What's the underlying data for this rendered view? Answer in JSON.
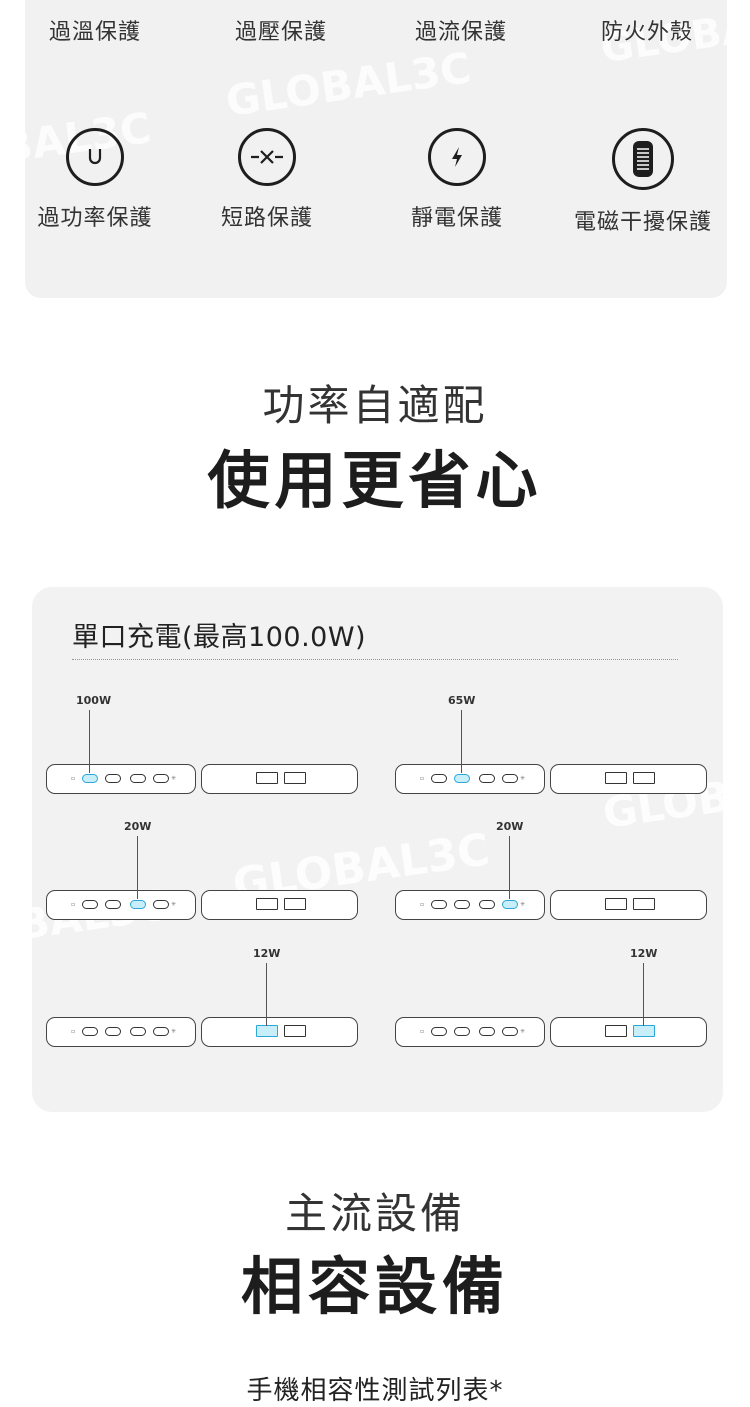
{
  "protection": {
    "items": [
      {
        "label": "過溫保護",
        "icon": "power-icon"
      },
      {
        "label": "過壓保護",
        "icon": "down-triangle-icon"
      },
      {
        "label": "過流保護",
        "icon": "current-icon"
      },
      {
        "label": "防火外殼",
        "icon": "shield-icon"
      },
      {
        "label": "過功率保護",
        "icon": "u-icon"
      },
      {
        "label": "短路保護",
        "icon": "short-circuit-icon"
      },
      {
        "label": "靜電保護",
        "icon": "lightning-icon"
      },
      {
        "label": "電磁干擾保護",
        "icon": "battery-stack-icon"
      }
    ]
  },
  "watermark": "GLOBAL3C",
  "section1": {
    "subtitle": "功率自適配",
    "title": "使用更省心"
  },
  "ports": {
    "title": "單口充電(最高100.0W)",
    "configs": [
      {
        "watt": "100W",
        "active": "c1"
      },
      {
        "watt": "65W",
        "active": "c2"
      },
      {
        "watt": "20W",
        "active": "c3"
      },
      {
        "watt": "20W",
        "active": "c4"
      },
      {
        "watt": "12W",
        "active": "a1"
      },
      {
        "watt": "12W",
        "active": "a2"
      }
    ],
    "active_color": "#2ba7d9"
  },
  "section2": {
    "subtitle": "主流設備",
    "title": "相容設備"
  },
  "note": "手機相容性測試列表*"
}
